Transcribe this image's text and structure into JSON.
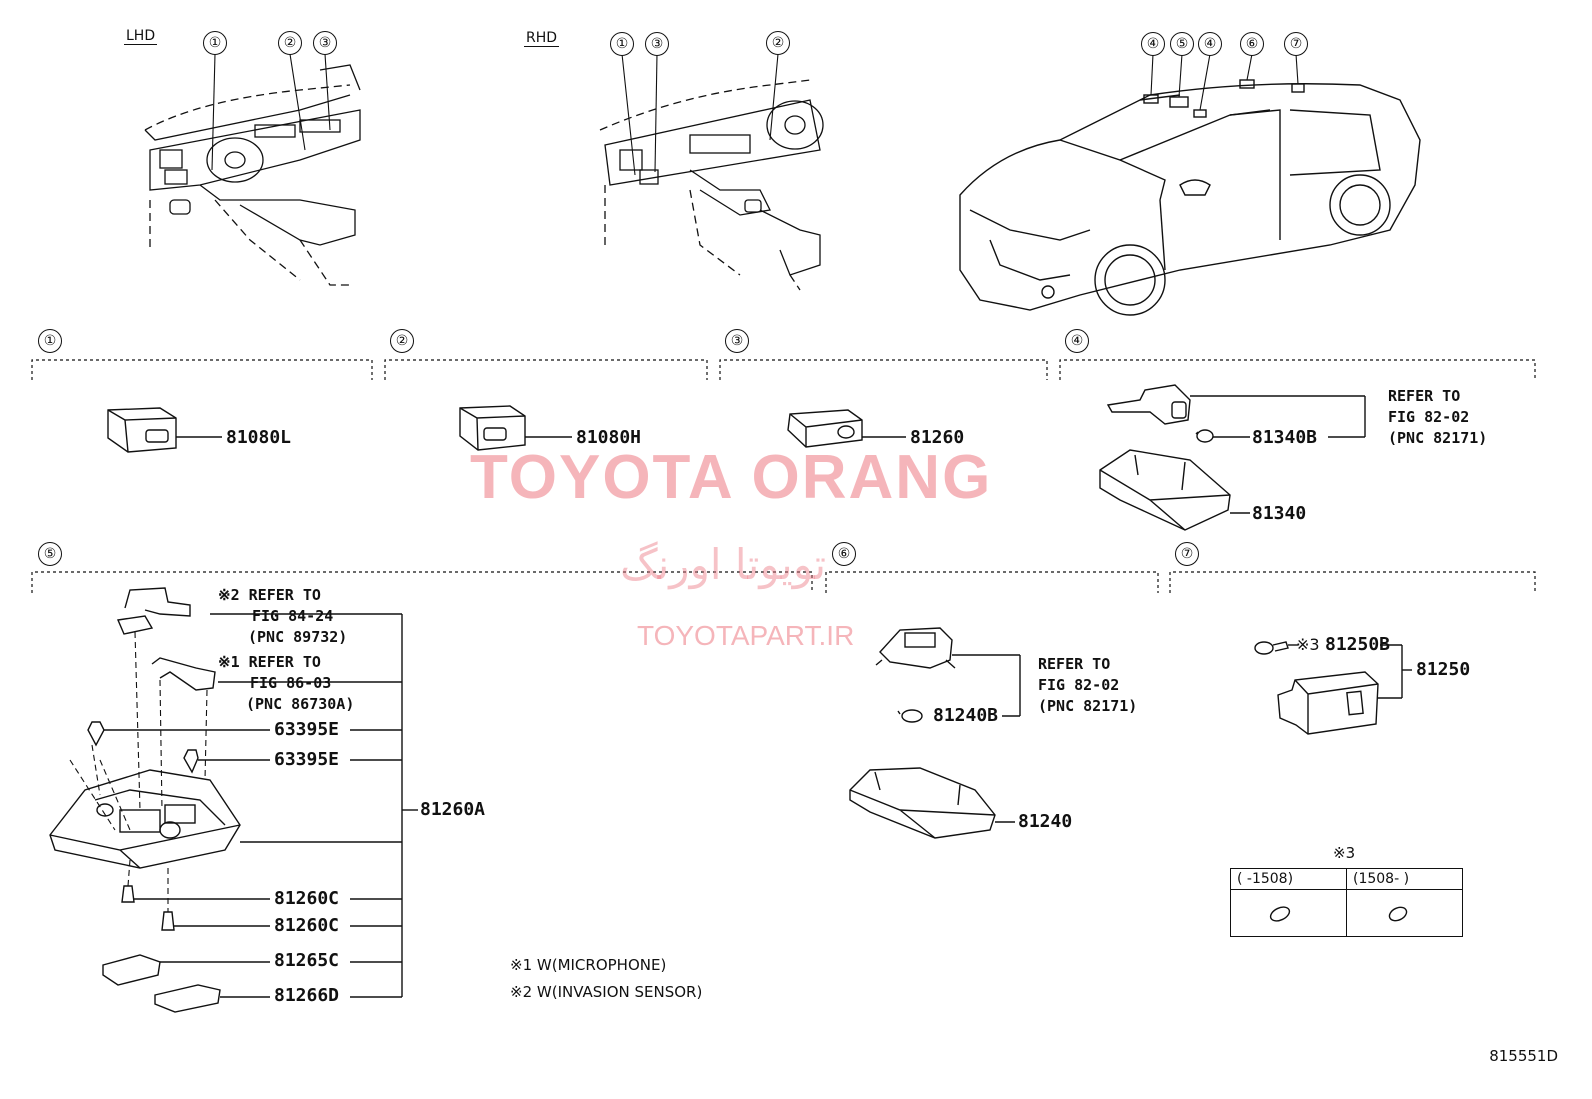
{
  "views": {
    "lhd": "LHD",
    "rhd": "RHD"
  },
  "overview_callouts": {
    "lhd": [
      "①",
      "②",
      "③"
    ],
    "rhd": [
      "①",
      "③",
      "②"
    ],
    "car": [
      "④",
      "⑤",
      "④",
      "⑥",
      "⑦"
    ]
  },
  "sections": [
    "①",
    "②",
    "③",
    "④",
    "⑤",
    "⑥",
    "⑦"
  ],
  "parts": {
    "p81080L": "81080L",
    "p81080H": "81080H",
    "p81260": "81260",
    "p81340B": "81340B",
    "p81340": "81340",
    "p63395E_a": "63395E",
    "p63395E_b": "63395E",
    "p81260A": "81260A",
    "p81260C_a": "81260C",
    "p81260C_b": "81260C",
    "p81265C": "81265C",
    "p81266D": "81266D",
    "p81240B": "81240B",
    "p81240": "81240",
    "p81250B": "81250B",
    "p81250": "81250"
  },
  "refs": {
    "r4": [
      "REFER TO",
      "FIG 82-02",
      "(PNC 82171)"
    ],
    "r5a": [
      "※2 REFER TO",
      "FIG 84-24",
      "(PNC 89732)"
    ],
    "r5b": [
      "※1 REFER TO",
      "FIG 86-03",
      "(PNC 86730A)"
    ],
    "r6": [
      "REFER TO",
      "FIG 82-02",
      "(PNC 82171)"
    ]
  },
  "mark3": "※3",
  "notes": [
    "※1 W(MICROPHONE)",
    "※2 W(INVASION SENSOR)"
  ],
  "version_table": {
    "title": "※3",
    "col1": "(     -1508)",
    "col2": "(1508-      )"
  },
  "watermark": {
    "main": "TOYOTA ORANG",
    "fa": "تویوتا اورنگ",
    "url": "TOYOTAPART.IR"
  },
  "diagram_code": "815551D"
}
